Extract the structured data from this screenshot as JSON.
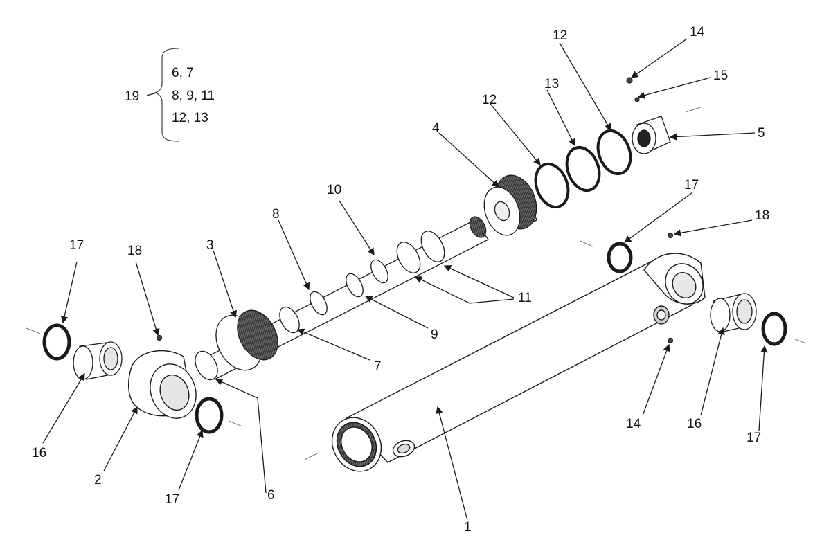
{
  "callouts": {
    "c1": "1",
    "c2": "2",
    "c3": "3",
    "c4": "4",
    "c5": "5",
    "c6a": "6",
    "c7a": "7",
    "c8": "8",
    "c9": "9",
    "c10": "10",
    "c11": "11",
    "c12a": "12",
    "c12b": "12",
    "c13": "13",
    "c14a": "14",
    "c14b": "14",
    "c15": "15",
    "c16a": "16",
    "c16b": "16",
    "c17a": "17",
    "c17b": "17",
    "c17c": "17",
    "c17d": "17",
    "c18a": "18",
    "c18b": "18"
  },
  "kit": {
    "label": "19",
    "lines": [
      "6, 7",
      "8, 9, 11",
      "12, 13"
    ]
  },
  "colors": {
    "line": "#1a1a1a",
    "fill": "#ffffff",
    "shade": "#bdbdbd",
    "dark": "#222222"
  }
}
